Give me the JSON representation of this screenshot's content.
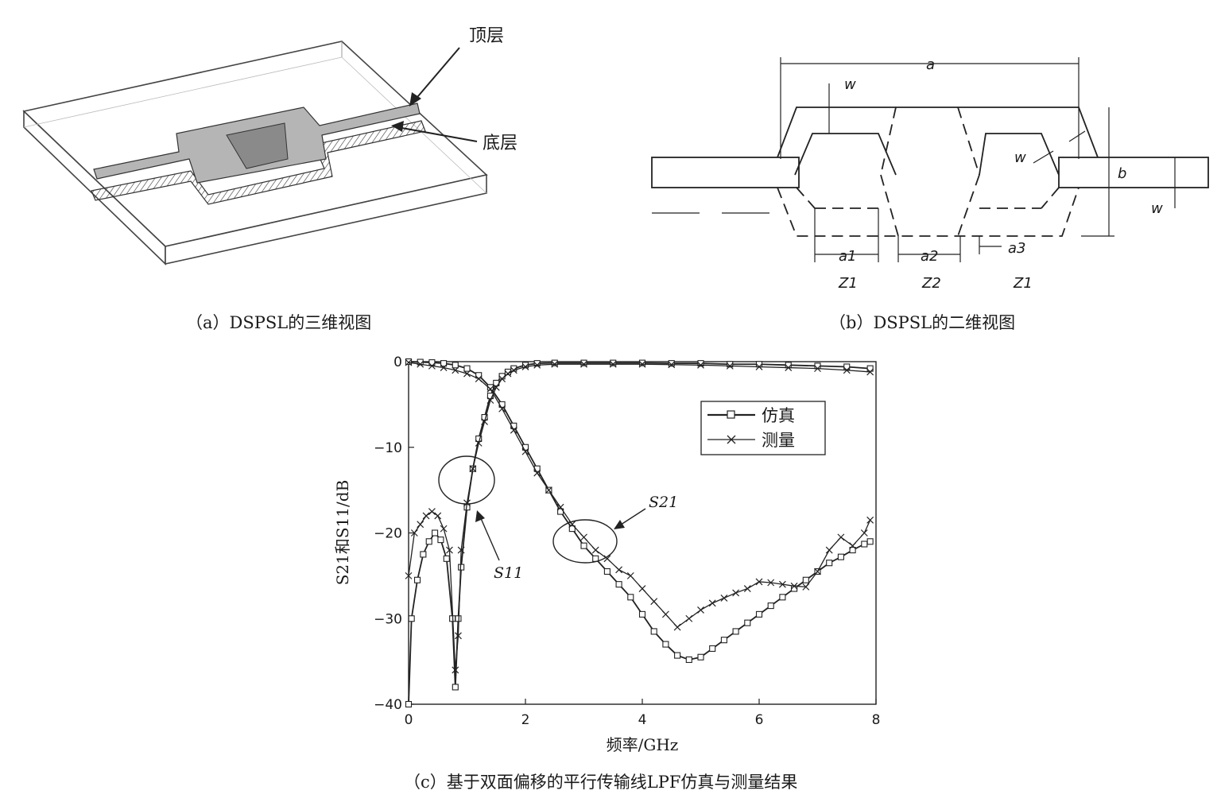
{
  "panel_a": {
    "top_layer_label": "顶层",
    "bottom_layer_label": "底层",
    "caption": "（a）DSPSL的三维视图"
  },
  "panel_b": {
    "dim_a": "a",
    "dim_b": "b",
    "dim_w": "w",
    "a1": "a1",
    "a2": "a2",
    "a3": "a3",
    "z1_left": "Z1",
    "z2": "Z2",
    "z1_right": "Z1",
    "caption": "（b）DSPSL的二维视图"
  },
  "panel_c": {
    "caption": "（c）基于双面偏移的平行传输线LPF仿真与测量结果",
    "annotations": {
      "s21": "S21",
      "s11": "S11"
    }
  },
  "chart_data": {
    "type": "line",
    "xlabel": "频率/GHz",
    "ylabel": "S21和S11/dB",
    "xlim": [
      0,
      8
    ],
    "ylim": [
      -40,
      0
    ],
    "xticks": [
      0,
      2,
      4,
      6,
      8
    ],
    "yticks": [
      0,
      -10,
      -20,
      -30,
      -40
    ],
    "grid": false,
    "legend_position": "top-right",
    "series": [
      {
        "name": "仿真",
        "marker": "square",
        "curve": "S21",
        "x": [
          0,
          0.2,
          0.4,
          0.6,
          0.8,
          1.0,
          1.2,
          1.4,
          1.6,
          1.8,
          2.0,
          2.2,
          2.4,
          2.6,
          2.8,
          3.0,
          3.2,
          3.4,
          3.6,
          3.8,
          4.0,
          4.2,
          4.4,
          4.6,
          4.8,
          5.0,
          5.2,
          5.4,
          5.6,
          5.8,
          6.0,
          6.2,
          6.4,
          6.6,
          6.8,
          7.0,
          7.2,
          7.4,
          7.6,
          7.8,
          7.9
        ],
        "y": [
          0,
          -0.05,
          -0.1,
          -0.2,
          -0.4,
          -0.8,
          -1.6,
          -3.0,
          -5.0,
          -7.5,
          -10.0,
          -12.5,
          -15.0,
          -17.5,
          -19.5,
          -21.5,
          -23.0,
          -24.5,
          -26.0,
          -27.5,
          -29.5,
          -31.5,
          -33.0,
          -34.3,
          -34.8,
          -34.5,
          -33.5,
          -32.5,
          -31.5,
          -30.5,
          -29.5,
          -28.5,
          -27.5,
          -26.5,
          -25.5,
          -24.5,
          -23.5,
          -22.8,
          -22.0,
          -21.3,
          -21.0
        ]
      },
      {
        "name": "测量",
        "marker": "x",
        "curve": "S21",
        "x": [
          0,
          0.2,
          0.4,
          0.6,
          0.8,
          1.0,
          1.2,
          1.4,
          1.6,
          1.8,
          2.0,
          2.2,
          2.4,
          2.6,
          2.8,
          3.0,
          3.2,
          3.4,
          3.6,
          3.8,
          4.0,
          4.2,
          4.4,
          4.6,
          4.8,
          5.0,
          5.2,
          5.4,
          5.6,
          5.8,
          6.0,
          6.2,
          6.4,
          6.6,
          6.8,
          7.0,
          7.2,
          7.4,
          7.6,
          7.8,
          7.9
        ],
        "y": [
          -0.1,
          -0.3,
          -0.5,
          -0.7,
          -1.0,
          -1.4,
          -2.0,
          -3.2,
          -5.5,
          -8.0,
          -10.5,
          -13.0,
          -15.0,
          -17.0,
          -19.0,
          -20.5,
          -22.0,
          -23.0,
          -24.3,
          -25.0,
          -26.5,
          -28.0,
          -29.5,
          -31.0,
          -30.0,
          -29.0,
          -28.2,
          -27.6,
          -27.0,
          -26.5,
          -25.7,
          -25.8,
          -26.0,
          -26.2,
          -26.3,
          -24.5,
          -22.0,
          -20.5,
          -21.5,
          -20.0,
          -18.5
        ]
      },
      {
        "name": "仿真",
        "marker": "square",
        "curve": "S11",
        "x": [
          0,
          0.05,
          0.15,
          0.25,
          0.35,
          0.45,
          0.55,
          0.65,
          0.75,
          0.8,
          0.85,
          0.9,
          1.0,
          1.1,
          1.2,
          1.3,
          1.4,
          1.5,
          1.6,
          1.7,
          1.8,
          2.0,
          2.2,
          2.5,
          3.0,
          3.5,
          4.0,
          4.5,
          5.0,
          5.5,
          6.0,
          6.5,
          7.0,
          7.5,
          7.9
        ],
        "y": [
          -40.0,
          -30.0,
          -25.5,
          -22.5,
          -21.0,
          -20.0,
          -20.8,
          -23.0,
          -30.0,
          -38.0,
          -30.0,
          -24.0,
          -17.0,
          -12.5,
          -9.0,
          -6.5,
          -4.0,
          -2.5,
          -1.7,
          -1.2,
          -0.8,
          -0.4,
          -0.2,
          -0.15,
          -0.15,
          -0.15,
          -0.15,
          -0.2,
          -0.2,
          -0.3,
          -0.3,
          -0.4,
          -0.5,
          -0.6,
          -0.8
        ]
      },
      {
        "name": "测量",
        "marker": "x",
        "curve": "S11",
        "x": [
          0,
          0.1,
          0.2,
          0.3,
          0.4,
          0.5,
          0.6,
          0.7,
          0.8,
          0.85,
          0.9,
          1.0,
          1.1,
          1.2,
          1.3,
          1.4,
          1.5,
          1.6,
          1.7,
          1.8,
          2.0,
          2.2,
          2.5,
          3.0,
          3.5,
          4.0,
          4.5,
          5.0,
          5.5,
          6.0,
          6.5,
          7.0,
          7.5,
          7.9
        ],
        "y": [
          -25.0,
          -20.0,
          -19.0,
          -18.0,
          -17.5,
          -18.0,
          -19.5,
          -22.0,
          -36.0,
          -32.0,
          -22.0,
          -16.5,
          -12.5,
          -9.5,
          -7.0,
          -4.5,
          -3.0,
          -2.0,
          -1.4,
          -1.0,
          -0.6,
          -0.4,
          -0.3,
          -0.3,
          -0.3,
          -0.3,
          -0.35,
          -0.4,
          -0.5,
          -0.6,
          -0.7,
          -0.8,
          -1.0,
          -1.2
        ]
      }
    ]
  }
}
